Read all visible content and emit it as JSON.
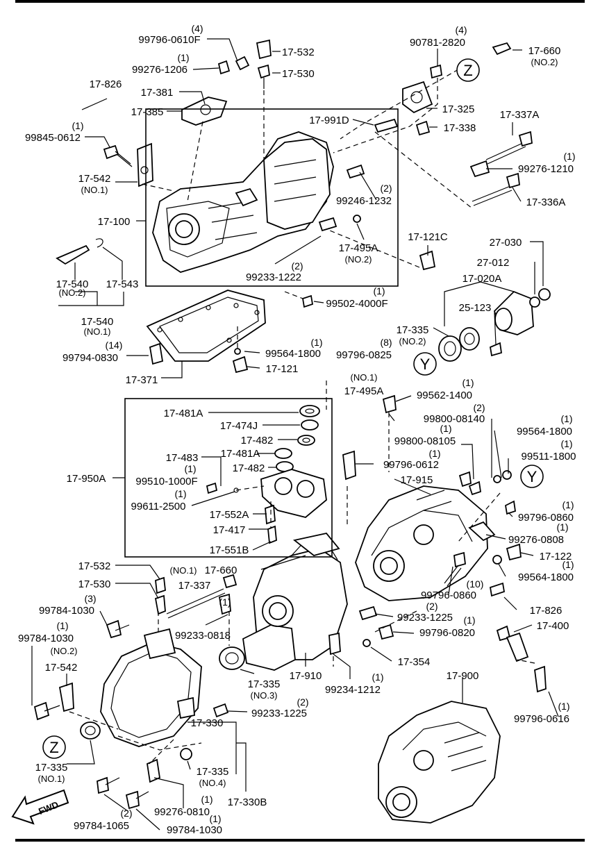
{
  "colors": {
    "ink": "#000000",
    "paper": "#ffffff"
  },
  "icons": {
    "direction": "fwd-arrow-icon",
    "reference_z": "reference-circle-z-icon",
    "reference_y": "reference-circle-y-icon"
  },
  "markers": {
    "z": "Z",
    "y": "Y",
    "fwd": "FWD"
  },
  "labels": {
    "p99796_0610F": "99796-0610F",
    "q99796_0610F": "(4)",
    "p99276_1206": "99276-1206",
    "q99276_1206": "(1)",
    "p17_532a": "17-532",
    "p17_530a": "17-530",
    "p90781_2820": "90781-2820",
    "q90781_2820": "(4)",
    "p17_660a": "17-660",
    "s17_660a": "(NO.2)",
    "p17_826a": "17-826",
    "p17_381": "17-381",
    "p17_385": "17-385",
    "p17_325": "17-325",
    "p17_991D": "17-991D",
    "p17_338": "17-338",
    "p17_337A": "17-337A",
    "p99845_0612": "99845-0612",
    "q99845_0612": "(1)",
    "p99276_1210": "99276-1210",
    "q99276_1210": "(1)",
    "p17_542a": "17-542",
    "s17_542a": "(NO.1)",
    "p99246_1232": "99246-1232",
    "q99246_1232": "(2)",
    "p17_336A": "17-336A",
    "p17_100": "17-100",
    "p17_495Aa": "17-495A",
    "s17_495Aa": "(NO.2)",
    "p17_121C": "17-121C",
    "p27_030": "27-030",
    "p27_012": "27-012",
    "p17_540a": "17-540",
    "s17_540a": "(NO.2)",
    "p17_543": "17-543",
    "p99233_1222": "99233-1222",
    "q99233_1222": "(2)",
    "p17_020A": "17-020A",
    "p99502_4000F": "99502-4000F",
    "q99502_4000F": "(1)",
    "p25_123": "25-123",
    "p17_540b": "17-540",
    "s17_540b": "(NO.1)",
    "p17_335a": "17-335",
    "s17_335a": "(NO.2)",
    "p99794_0830": "99794-0830",
    "q99794_0830": "(14)",
    "p99564_1800a": "99564-1800",
    "q99564_1800a": "(1)",
    "p99796_0825": "99796-0825",
    "q99796_0825": "(8)",
    "p17_121": "17-121",
    "p17_371": "17-371",
    "p17_495Ab": "17-495A",
    "s17_495Ab": "(NO.1)",
    "p99562_1400": "99562-1400",
    "q99562_1400": "(1)",
    "p17_481Aa": "17-481A",
    "p17_474J": "17-474J",
    "p17_482a": "17-482",
    "p99800_08140": "99800-08140",
    "q99800_08140": "(2)",
    "p99564_1800b": "99564-1800",
    "q99564_1800b": "(1)",
    "p99800_08105": "99800-08105",
    "q99800_08105": "(1)",
    "p99511_1800": "99511-1800",
    "q99511_1800": "(1)",
    "p17_481Ab": "17-481A",
    "p17_483": "17-483",
    "p17_482b": "17-482",
    "p99796_0612": "99796-0612",
    "q99796_0612": "(1)",
    "p17_950A": "17-950A",
    "p99510_1000F": "99510-1000F",
    "q99510_1000F": "(1)",
    "p17_915": "17-915",
    "p99611_2500": "99611-2500",
    "q99611_2500": "(1)",
    "p17_552A": "17-552A",
    "p17_417": "17-417",
    "p17_551B": "17-551B",
    "p99796_0860a": "99796-0860",
    "q99796_0860a": "(1)",
    "p99276_0808": "99276-0808",
    "q99276_0808": "(1)",
    "p17_660b": "17-660",
    "s17_660b": "(NO.1)",
    "p17_122": "17-122",
    "p99564_1800c": "99564-1800",
    "q99564_1800c": "(1)",
    "p17_532b": "17-532",
    "p17_530b": "17-530",
    "p17_337": "17-337",
    "p99796_0860b": "99796-0860",
    "q99796_0860b": "(10)",
    "p17_826b": "17-826",
    "p99784_1030a": "99784-1030",
    "q99784_1030a": "(3)",
    "p99233_0818": "99233-0818",
    "q99233_0818": "(1)",
    "p99233_1225a": "99233-1225",
    "q99233_1225a": "(2)",
    "p99796_0820": "99796-0820",
    "q99796_0820": "(1)",
    "p17_400": "17-400",
    "p99784_1030b": "99784-1030",
    "q99784_1030b": "(1)",
    "s99784_1030b": "(NO.2)",
    "p17_542b": "17-542",
    "p17_354": "17-354",
    "p17_910": "17-910",
    "p99234_1212": "99234-1212",
    "q99234_1212": "(1)",
    "p17_900": "17-900",
    "p17_335b": "17-335",
    "s17_335b": "(NO.3)",
    "p99233_1225b": "99233-1225",
    "q99233_1225b": "(2)",
    "p99796_0616": "99796-0616",
    "q99796_0616": "(1)",
    "p17_330": "17-330",
    "p17_335c": "17-335",
    "s17_335c": "(NO.1)",
    "p17_335d": "17-335",
    "s17_335d": "(NO.4)",
    "p99276_0810": "99276-0810",
    "q99276_0810": "(1)",
    "p17_330B": "17-330B",
    "p99784_1065": "99784-1065",
    "q99784_1065": "(2)",
    "p99784_1030c": "99784-1030",
    "q99784_1030c": "(1)"
  }
}
